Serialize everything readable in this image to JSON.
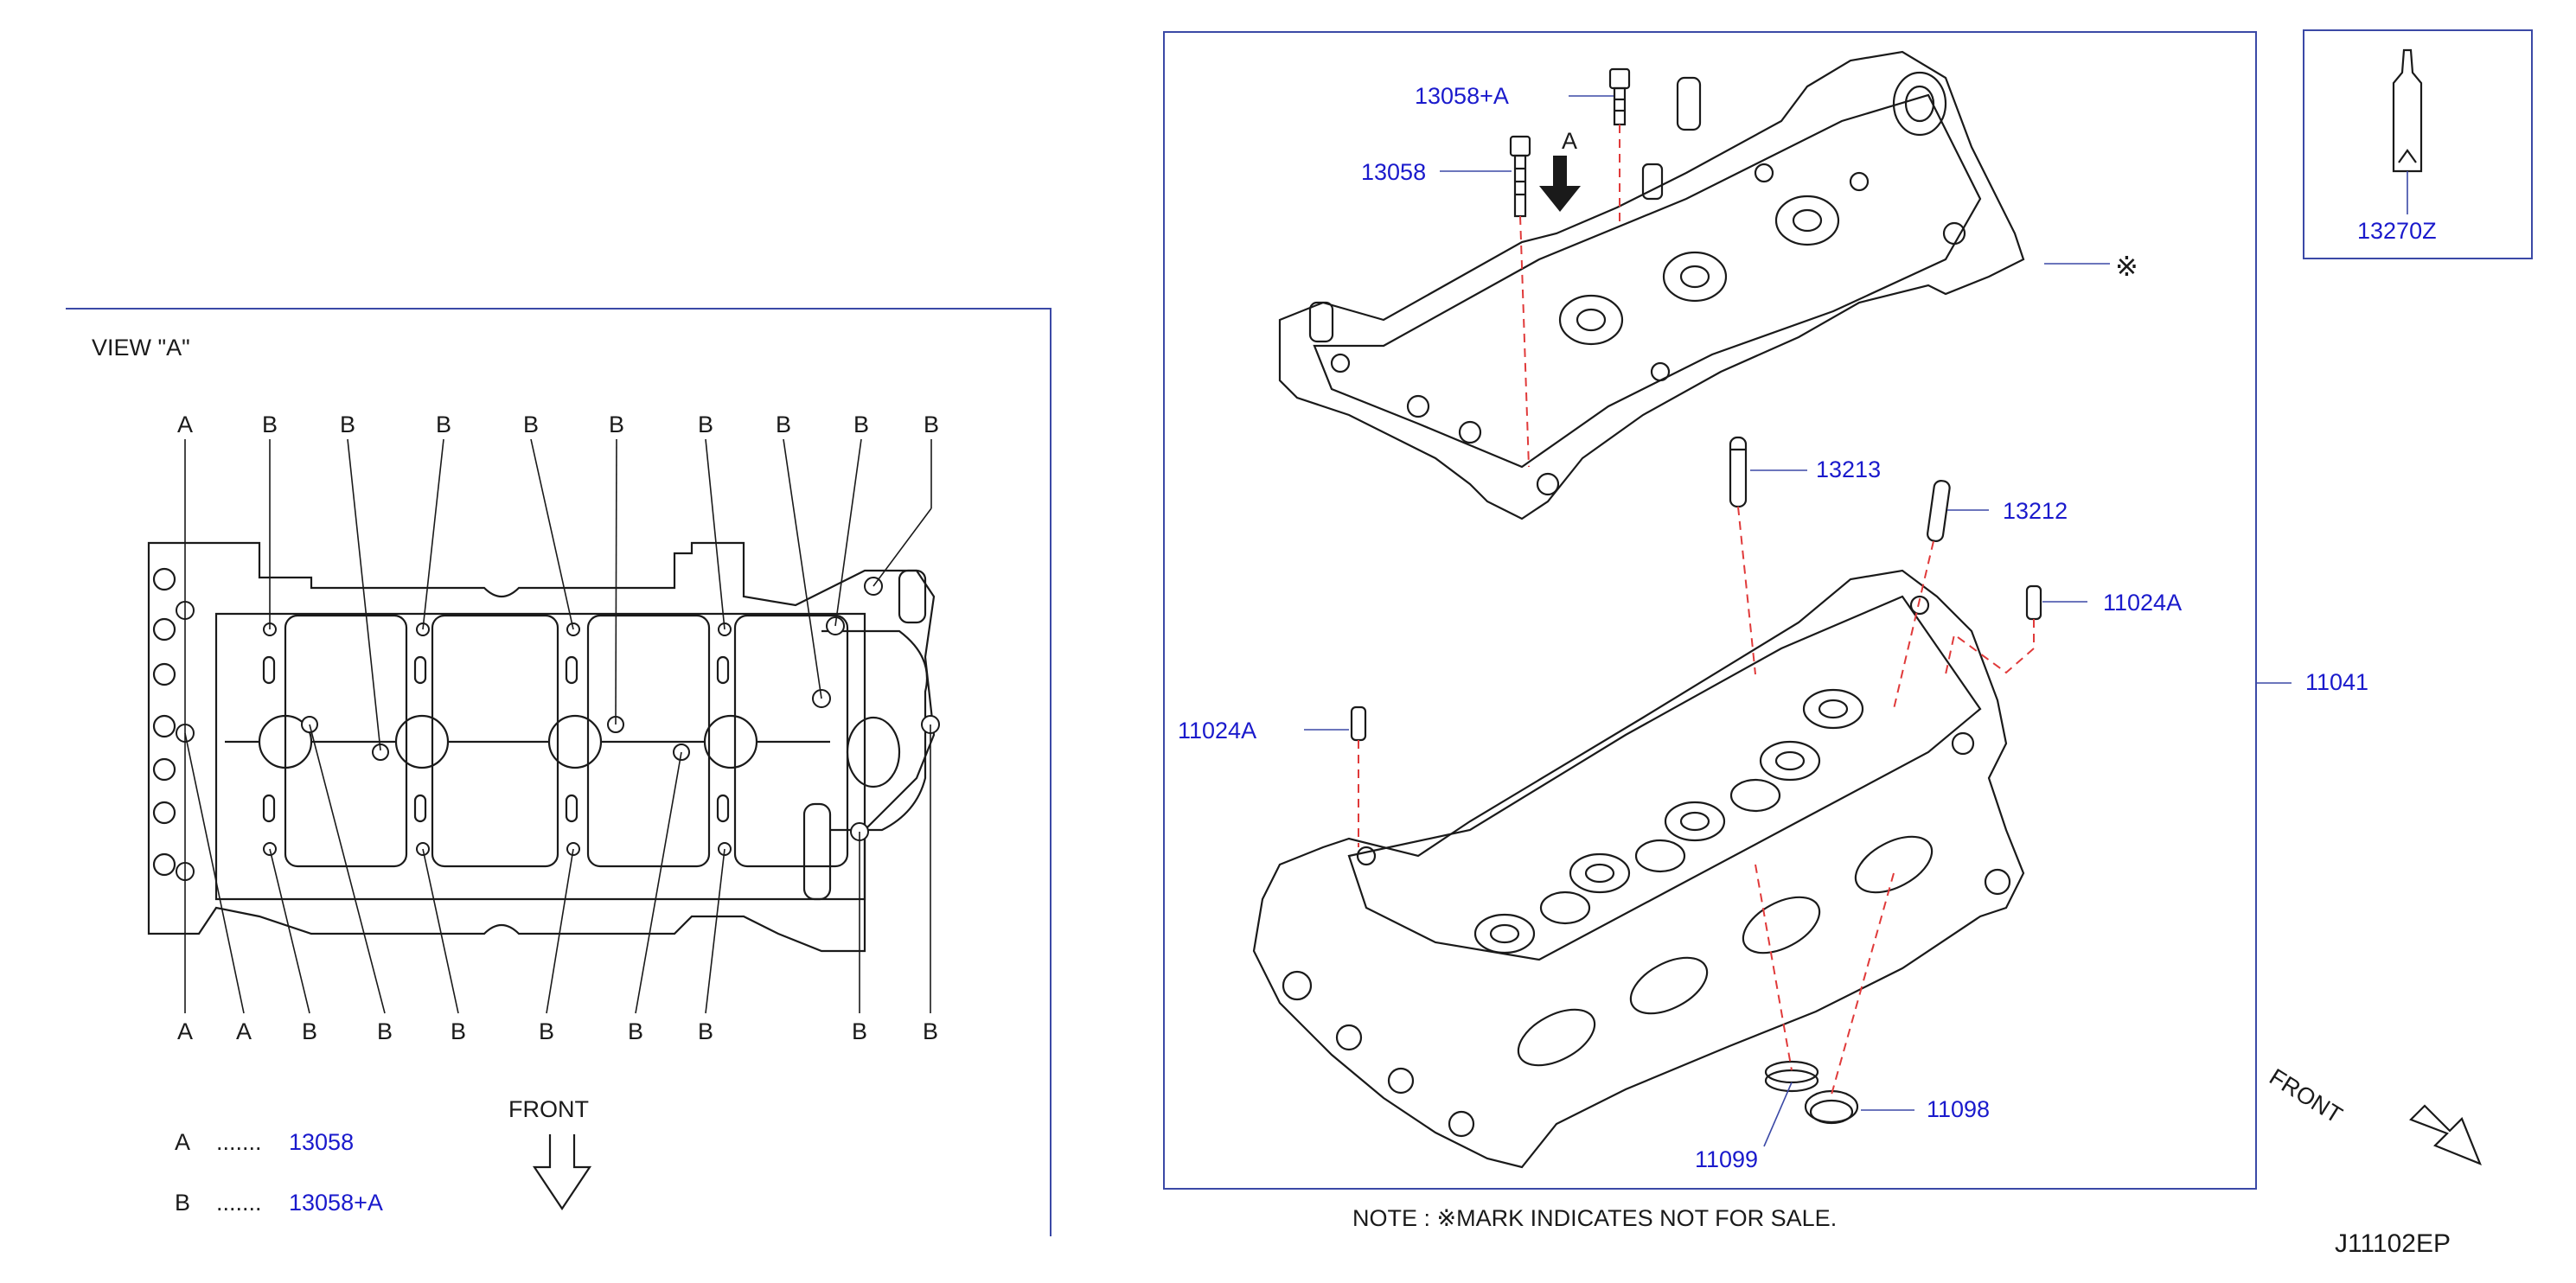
{
  "colors": {
    "callout": "#1a1acc",
    "text": "#1a1a1a",
    "frame": "#3b49a6",
    "dashed": "#e03a3a"
  },
  "view_panel": {
    "title": "VIEW \"A\"",
    "top_letters": [
      "A",
      "B",
      "B",
      "B",
      "B",
      "B",
      "B",
      "B",
      "B",
      "B"
    ],
    "bottom_letters": [
      "A",
      "A",
      "B",
      "B",
      "B",
      "B",
      "B",
      "B",
      "B",
      "B"
    ],
    "legend": [
      {
        "key": "A",
        "dots": ".......",
        "part": "13058"
      },
      {
        "key": "B",
        "dots": ".......",
        "part": "13058+A"
      }
    ],
    "front_label": "FRONT"
  },
  "main_panel": {
    "callouts": {
      "bolt_a": "13058+A",
      "bolt": "13058",
      "arrow_a": "A",
      "not_sold_mark": "※",
      "guide_13213": "13213",
      "guide_13212": "13212",
      "dowel_right": "11024A",
      "dowel_left": "11024A",
      "head_assy": "11041",
      "seal_11099": "11099",
      "seal_11098": "11098"
    }
  },
  "sealant_panel": {
    "part": "13270Z"
  },
  "front_label": "FRONT",
  "note": "NOTE : ※MARK  INDICATES  NOT  FOR  SALE.",
  "diagram_code": "J11102EP"
}
